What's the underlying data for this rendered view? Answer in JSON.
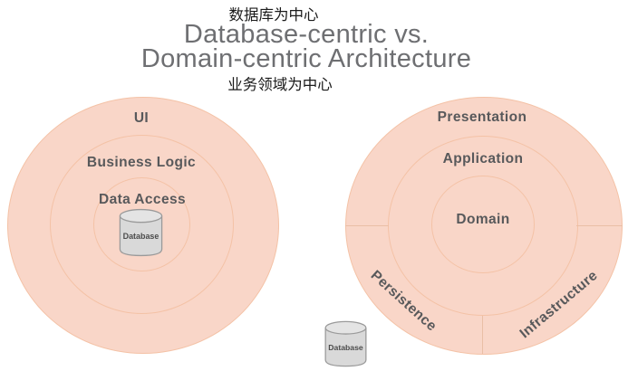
{
  "page": {
    "caption_top": "数据库为中心",
    "title_line1": "Database-centric vs.",
    "title_line2": "Domain-centric Architecture",
    "caption_bottom": "业务领域为中心"
  },
  "left_diagram": {
    "name": "database-centric",
    "layers": [
      "UI",
      "Business Logic",
      "Data Access"
    ],
    "database_label": "Database"
  },
  "right_diagram": {
    "name": "domain-centric",
    "layers": [
      "Presentation",
      "Application",
      "Domain"
    ],
    "outer_segments": [
      "Persistence",
      "Infrastructure"
    ],
    "database_label": "Database"
  },
  "colors": {
    "circle_fill": "#f9d6c8",
    "ring_border": "#f4c2a6",
    "divider": "#eabfa6",
    "label_text": "#58595b",
    "title_text": "#6e6f72",
    "caption_text": "#1b1b1b",
    "cylinder_fill": "#d9d9d9",
    "cylinder_top": "#e4e4e4",
    "cylinder_border": "#9a9a9a",
    "cylinder_text": "#4c4c4c"
  }
}
